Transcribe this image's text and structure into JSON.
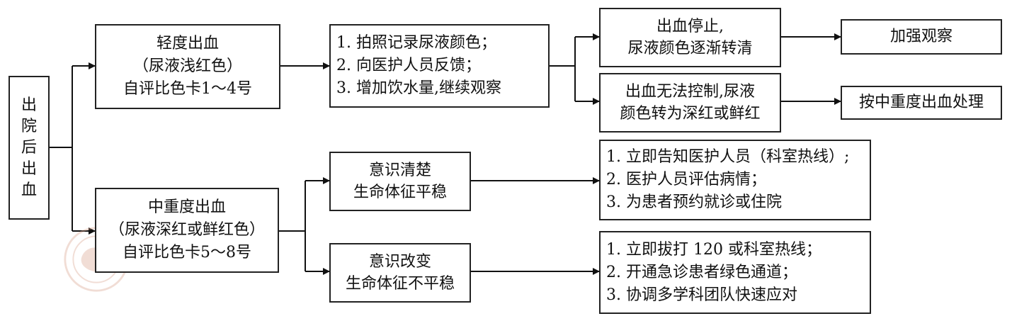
{
  "root": {
    "chars": [
      "出",
      "院",
      "后",
      "出",
      "血"
    ]
  },
  "mild": {
    "lines": [
      "轻度出血",
      "（尿液浅红色）",
      "自评比色卡1～4号"
    ]
  },
  "mild_actions": {
    "lines": [
      "1. 拍照记录尿液颜色；",
      "2. 向医护人员反馈；",
      "3. 增加饮水量,继续观察"
    ]
  },
  "stop": {
    "lines": [
      "出血停止,",
      "尿液颜色逐渐转清"
    ]
  },
  "observe": {
    "lines": [
      "加强观察"
    ]
  },
  "uncontrolled": {
    "lines": [
      "出血无法控制,尿液",
      "颜色转为深红或鲜红"
    ]
  },
  "treat_severe": {
    "lines": [
      "按中重度出血处理"
    ]
  },
  "severe": {
    "lines": [
      "中重度出血",
      "（尿液深红或鲜红色）",
      "自评比色卡5～8号"
    ]
  },
  "conscious": {
    "lines": [
      "意识清楚",
      "生命体征平稳"
    ]
  },
  "conscious_actions": {
    "lines": [
      "1. 立即告知医护人员（科室热线）;",
      "2. 医护人员评估病情；",
      "3. 为患者预约就诊或住院"
    ]
  },
  "altered": {
    "lines": [
      "意识改变",
      "生命体征不平稳"
    ]
  },
  "altered_actions": {
    "lines": [
      "1. 立即拔打 120 或科室热线；",
      "2. 开通急诊患者绿色通道；",
      "3. 协调多学科团队快速应对"
    ]
  },
  "colors": {
    "line": "#111111",
    "watermark": "#d9a08a"
  }
}
